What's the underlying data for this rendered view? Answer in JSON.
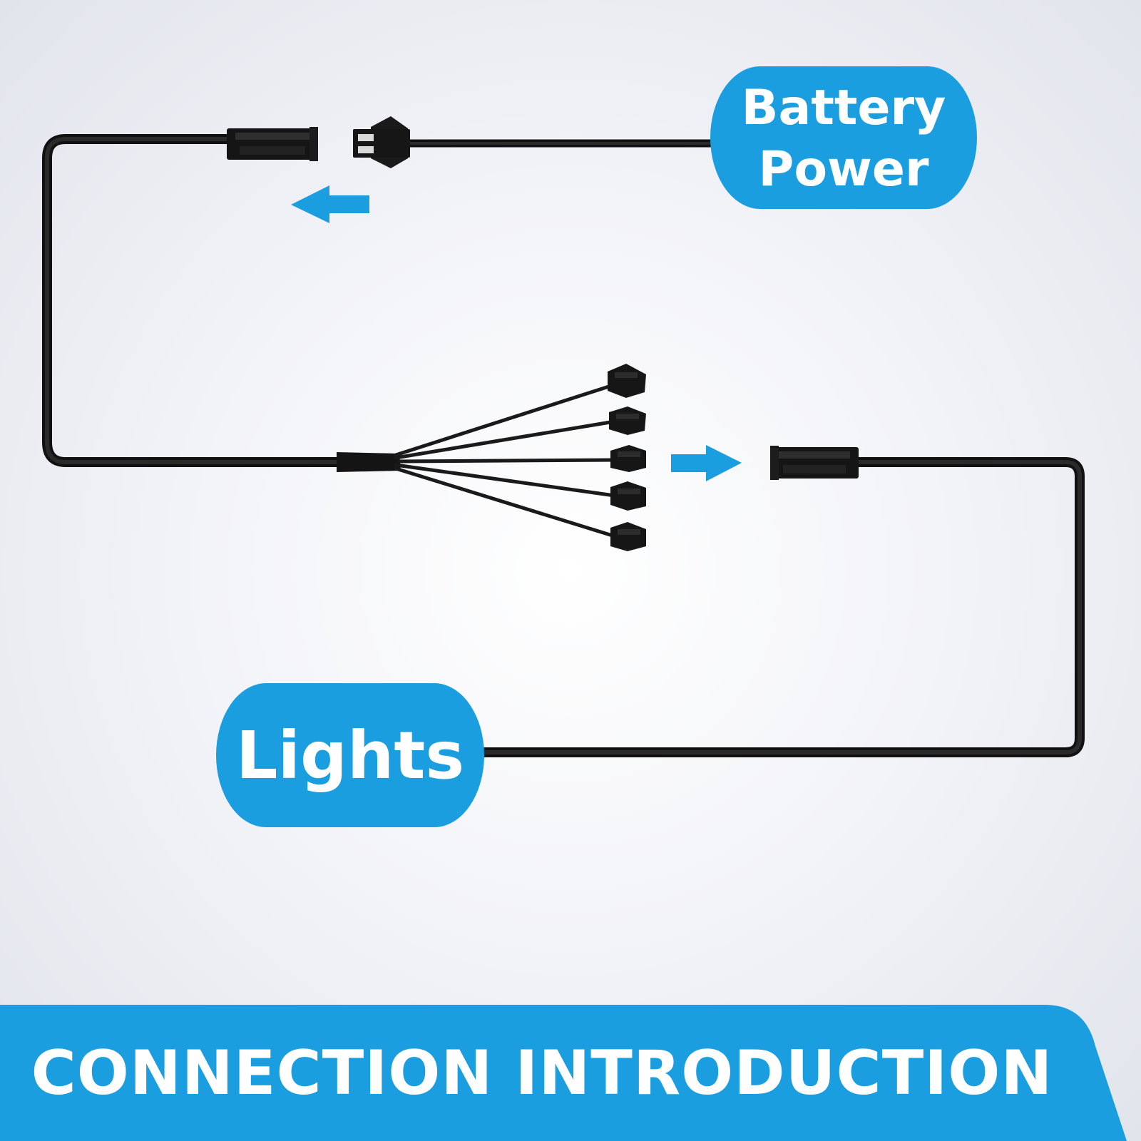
{
  "colors": {
    "accent": "#1a9ee0",
    "cable": "#111111",
    "background": "#f1f2f6"
  },
  "labels": {
    "battery_power": "Battery\nPower",
    "lights": "Lights"
  },
  "banner": {
    "title": "CONNECTION INTRODUCTION"
  },
  "icons": {
    "arrow_left": "arrow-left-icon",
    "arrow_right": "arrow-right-icon",
    "connector_male": "connector-male-icon",
    "connector_female": "connector-female-icon"
  }
}
